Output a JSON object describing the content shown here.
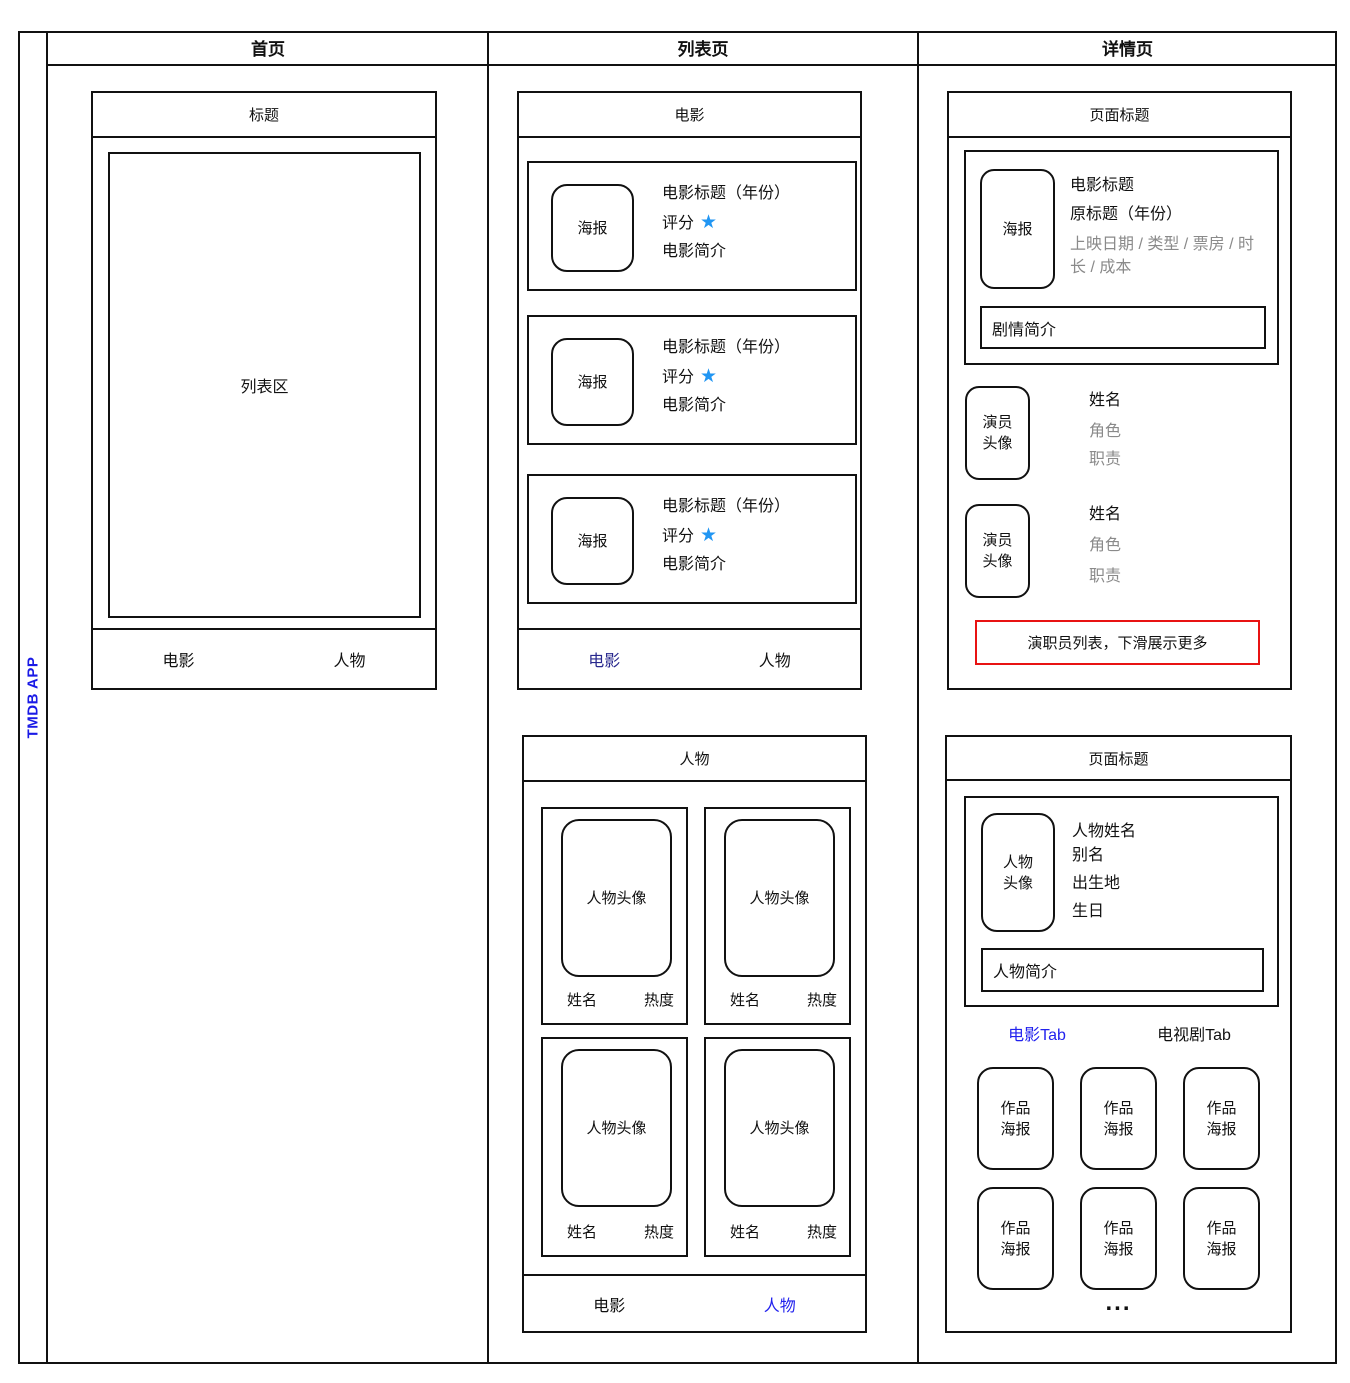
{
  "brand": "TMDB APP",
  "colors": {
    "brand_blue": "#1A1AE6",
    "link_blue": "#2222EE",
    "navy_blue": "#28288E",
    "star_blue": "#2196F3",
    "gray_text": "#8A8A8A",
    "note_red": "#E81313"
  },
  "columns": [
    "首页",
    "列表页",
    "详情页"
  ],
  "home": {
    "header": "标题",
    "list_area": "列表区",
    "tab_movies": "电影",
    "tab_people": "人物"
  },
  "movie_list": {
    "header": "电影",
    "cards": [
      {
        "poster": "海报",
        "title": "电影标题（年份）",
        "rating_label": "评分",
        "star": "★",
        "summary": "电影简介"
      },
      {
        "poster": "海报",
        "title": "电影标题（年份）",
        "rating_label": "评分",
        "star": "★",
        "summary": "电影简介"
      },
      {
        "poster": "海报",
        "title": "电影标题（年份）",
        "rating_label": "评分",
        "star": "★",
        "summary": "电影简介"
      }
    ],
    "tab_movies": "电影",
    "tab_people": "人物"
  },
  "person_list": {
    "header": "人物",
    "cards": [
      {
        "avatar": "人物头像",
        "name": "姓名",
        "popularity": "热度"
      },
      {
        "avatar": "人物头像",
        "name": "姓名",
        "popularity": "热度"
      },
      {
        "avatar": "人物头像",
        "name": "姓名",
        "popularity": "热度"
      },
      {
        "avatar": "人物头像",
        "name": "姓名",
        "popularity": "热度"
      }
    ],
    "tab_movies": "电影",
    "tab_people": "人物"
  },
  "movie_detail": {
    "header": "页面标题",
    "poster": "海报",
    "title": "电影标题",
    "original_title": "原标题（年份）",
    "meta": "上映日期 / 类型 / 票房 / 时长 / 成本",
    "synopsis": "剧情简介",
    "cast": [
      {
        "avatar": "演员\n头像",
        "name": "姓名",
        "role": "角色",
        "duty": "职责"
      },
      {
        "avatar": "演员\n头像",
        "name": "姓名",
        "role": "角色",
        "duty": "职责"
      }
    ],
    "note": "演职员列表，下滑展示更多"
  },
  "person_detail": {
    "header": "页面标题",
    "avatar": "人物\n头像",
    "name": "人物姓名",
    "alias": "别名",
    "birthplace": "出生地",
    "birthday": "生日",
    "bio": "人物简介",
    "tab_movie": "电影Tab",
    "tab_tv": "电视剧Tab",
    "works": [
      {
        "label": "作品\n海报"
      },
      {
        "label": "作品\n海报"
      },
      {
        "label": "作品\n海报"
      },
      {
        "label": "作品\n海报"
      },
      {
        "label": "作品\n海报"
      },
      {
        "label": "作品\n海报"
      }
    ],
    "more": "..."
  }
}
